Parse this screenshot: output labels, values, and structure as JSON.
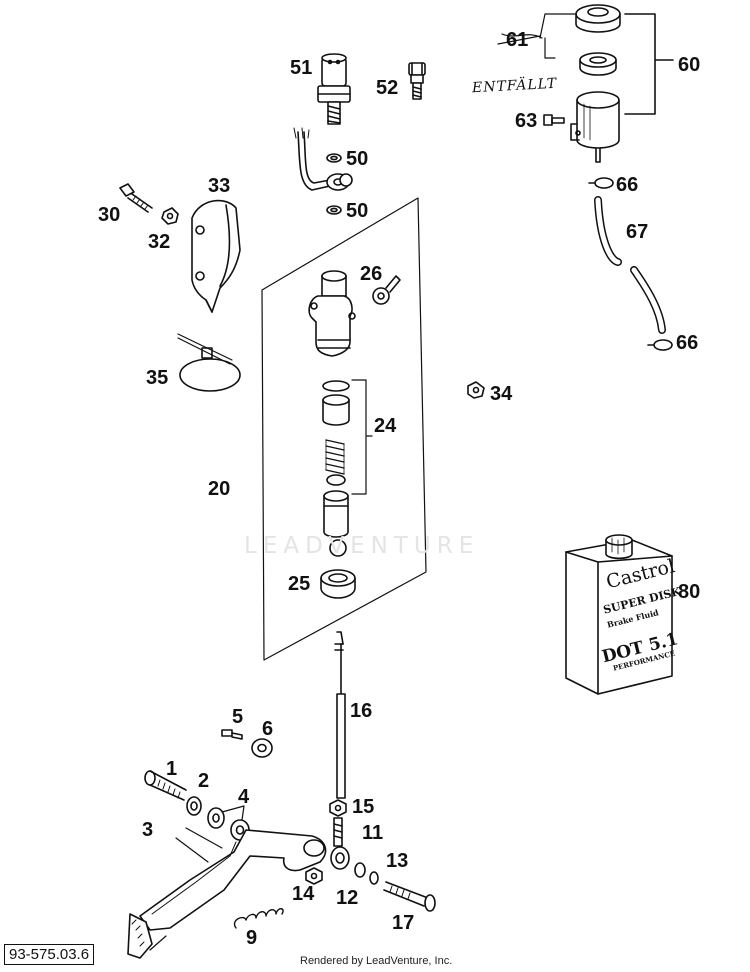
{
  "diagram": {
    "callouts": [
      {
        "id": "c51",
        "label": "51"
      },
      {
        "id": "c52",
        "label": "52"
      },
      {
        "id": "c61",
        "label": "61"
      },
      {
        "id": "c60",
        "label": "60"
      },
      {
        "id": "c63",
        "label": "63"
      },
      {
        "id": "c50a",
        "label": "50"
      },
      {
        "id": "c50b",
        "label": "50"
      },
      {
        "id": "c66a",
        "label": "66"
      },
      {
        "id": "c67",
        "label": "67"
      },
      {
        "id": "c66b",
        "label": "66"
      },
      {
        "id": "c33",
        "label": "33"
      },
      {
        "id": "c30",
        "label": "30"
      },
      {
        "id": "c32",
        "label": "32"
      },
      {
        "id": "c26",
        "label": "26"
      },
      {
        "id": "c35",
        "label": "35"
      },
      {
        "id": "c34",
        "label": "34"
      },
      {
        "id": "c24",
        "label": "24"
      },
      {
        "id": "c20",
        "label": "20"
      },
      {
        "id": "c25",
        "label": "25"
      },
      {
        "id": "c80",
        "label": "80"
      },
      {
        "id": "c16",
        "label": "16"
      },
      {
        "id": "c5",
        "label": "5"
      },
      {
        "id": "c6",
        "label": "6"
      },
      {
        "id": "c1",
        "label": "1"
      },
      {
        "id": "c2",
        "label": "2"
      },
      {
        "id": "c4",
        "label": "4"
      },
      {
        "id": "c3",
        "label": "3"
      },
      {
        "id": "c15",
        "label": "15"
      },
      {
        "id": "c11",
        "label": "11"
      },
      {
        "id": "c13",
        "label": "13"
      },
      {
        "id": "c14",
        "label": "14"
      },
      {
        "id": "c12",
        "label": "12"
      },
      {
        "id": "c17",
        "label": "17"
      },
      {
        "id": "c9",
        "label": "9"
      }
    ],
    "handwritten_note": "ENTFÄLLT",
    "diagram_id": "93-575.03.6",
    "credit": "Rendered by LeadVenture, Inc.",
    "watermark": "LEADVENTURE"
  },
  "can": {
    "brand": "Castrol",
    "product": "SUPER DISK",
    "fluid": "Brake Fluid",
    "grade": "DOT 5.1",
    "tagline": "PERFORMANCE"
  }
}
